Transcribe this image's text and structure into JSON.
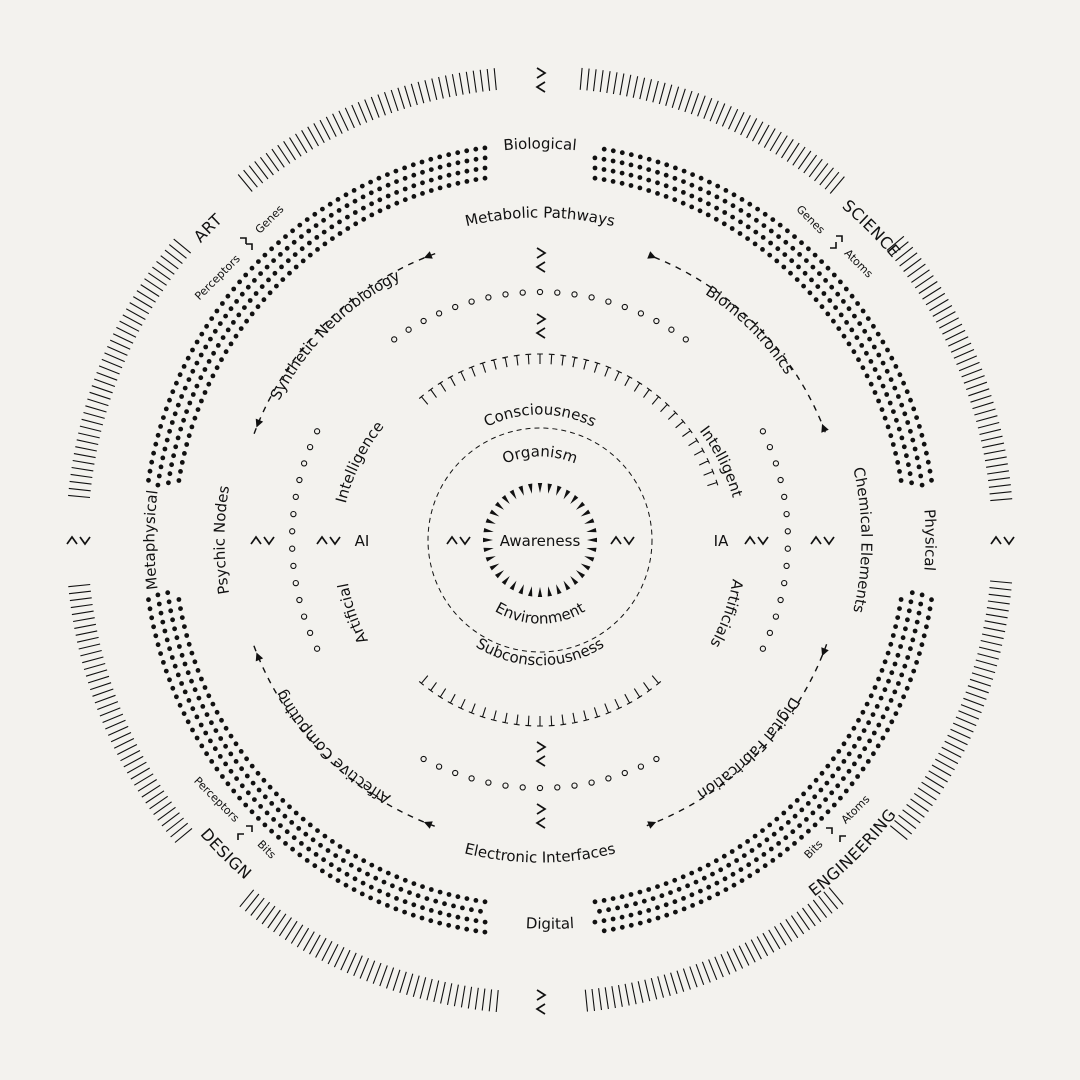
{
  "diagram": {
    "quadrants": [
      "ART",
      "SCIENCE",
      "ENGINEERING",
      "DESIGN"
    ],
    "outer_ring_labels": [
      "Biological",
      "Physical",
      "Digital",
      "Metaphysical"
    ],
    "pathway_labels": [
      "Metabolic Pathways",
      "Chemical Elements",
      "Electronic Interfaces",
      "Psychic Nodes"
    ],
    "field_labels": [
      "Synthetic Neurobiology",
      "Biomechtronics",
      "Digital Fabrication",
      "Affective Computing"
    ],
    "intelligence_labels": [
      "Intelligence",
      "Intelligent",
      "Artificials",
      "Artificial"
    ],
    "axis_labels": {
      "left": "AI",
      "right": "IA"
    },
    "core_labels": {
      "top_outer": "Consciousness",
      "top_inner": "Organism",
      "bottom_inner": "Environment",
      "bottom_outer": "Subconsciousness",
      "center": "Awareness"
    },
    "corner_notes": {
      "art": [
        "Perceptors",
        "Genes"
      ],
      "science": [
        "Genes",
        "Atoms"
      ],
      "engineering": [
        "Atoms",
        "Bits"
      ],
      "design": [
        "Perceptors",
        "Bits"
      ]
    },
    "colors": {
      "background": "#f3f2ee",
      "ink": "#111111"
    },
    "icons": [
      "right-angle-bracket-icon",
      "left-angle-bracket-icon",
      "up-chevron-icon",
      "down-chevron-icon",
      "corner-bracket-icon"
    ]
  }
}
